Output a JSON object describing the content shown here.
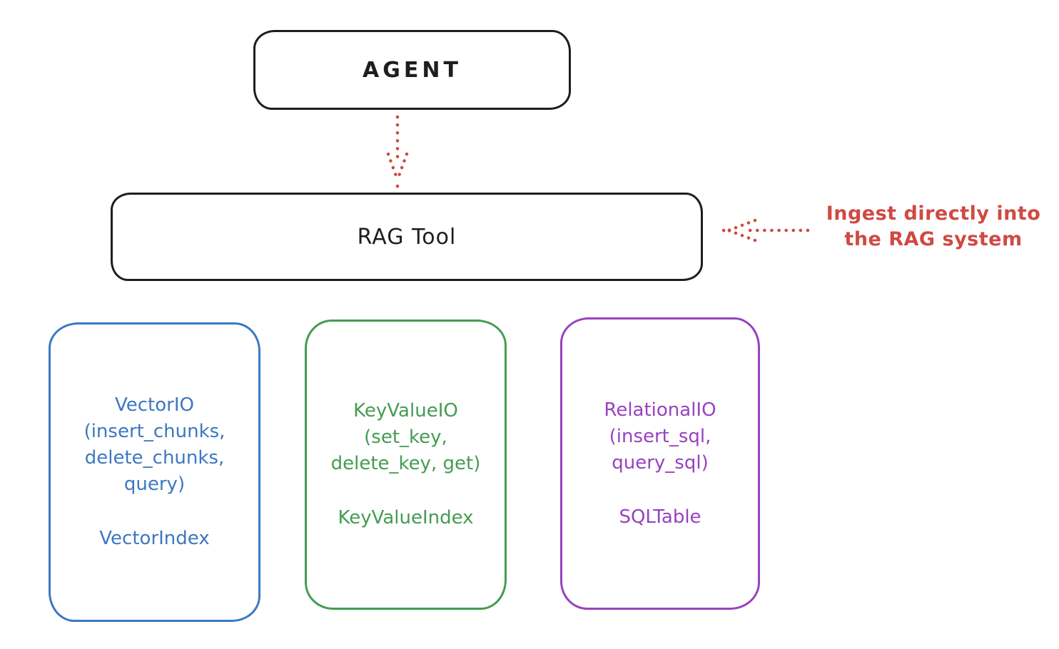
{
  "palette": {
    "background": "#ffffff",
    "ink": "#1e1e1e",
    "red": "#cf4a43",
    "blue": "#3c78c2",
    "green": "#449c52",
    "purple": "#9842c0"
  },
  "agent": {
    "label": "AGENT"
  },
  "rag_tool": {
    "label": "RAG Tool"
  },
  "annotation": {
    "lines": [
      "Ingest directly into",
      "the RAG system"
    ],
    "color": "#cf4a43"
  },
  "arrows": {
    "agent_to_rag": {
      "style": "dashed-dotted",
      "color": "#cf4a43",
      "direction": "down"
    },
    "annotation_to_rag": {
      "style": "dotted",
      "color": "#cf4a43",
      "direction": "left"
    }
  },
  "backends": [
    {
      "name": "vector-io",
      "color": "#3c78c2",
      "lines": [
        "VectorIO",
        "(insert_chunks,",
        "delete_chunks,",
        "query)"
      ],
      "index_label": "VectorIndex"
    },
    {
      "name": "keyvalue-io",
      "color": "#449c52",
      "lines": [
        "KeyValueIO",
        "(set_key,",
        "delete_key, get)"
      ],
      "index_label": "KeyValueIndex"
    },
    {
      "name": "relational-io",
      "color": "#9842c0",
      "lines": [
        "RelationalIO",
        "(insert_sql,",
        "query_sql)"
      ],
      "index_label": "SQLTable"
    }
  ]
}
